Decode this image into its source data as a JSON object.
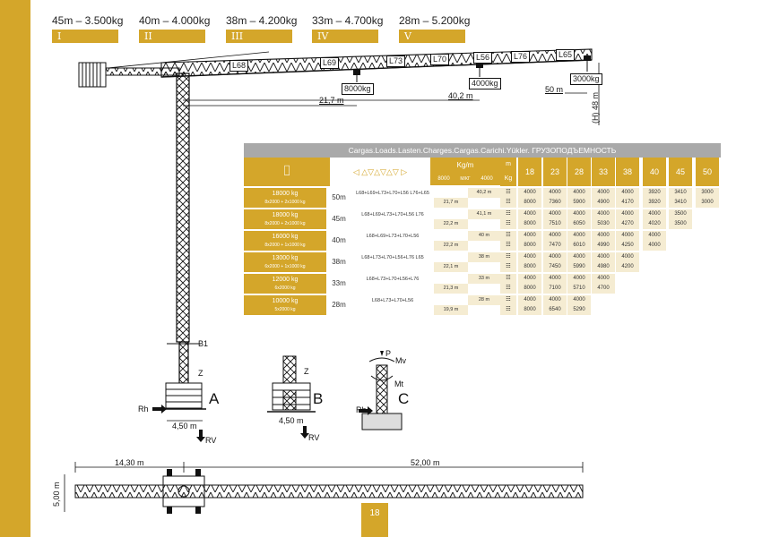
{
  "configurations": [
    {
      "text": "45m – 3.500kg",
      "roman": "I"
    },
    {
      "text": "40m – 4.000kg",
      "roman": "II"
    },
    {
      "text": "38m – 4.200kg",
      "roman": "III"
    },
    {
      "text": "33m – 4.700kg",
      "roman": "IV"
    },
    {
      "text": "28m – 5.200kg",
      "roman": "V"
    }
  ],
  "jib_sections": [
    "L68",
    "L69",
    "L73",
    "L70",
    "L56",
    "L76",
    "L65"
  ],
  "load_points": [
    {
      "load": "8000kg",
      "radius": "21,7 m"
    },
    {
      "load": "4000kg",
      "radius": "40,2 m"
    },
    {
      "load": "3000kg",
      "radius": "50 m"
    }
  ],
  "height_label": "(H) 48 m",
  "figures": {
    "a": {
      "letter": "A",
      "rh": "Rh",
      "rv": "RV",
      "base": "4,50 m",
      "b1": "B1",
      "z": "Z"
    },
    "b": {
      "letter": "B",
      "rv": "RV",
      "base": "4,50 m",
      "z": "Z"
    },
    "c": {
      "letter": "C",
      "rh": "Rh",
      "p": "P",
      "mv": "Mv",
      "mt": "Mt"
    }
  },
  "bottom_view": {
    "left_dim": "14,30 m",
    "right_dim": "52,00 m",
    "height_dim": "5,00 m"
  },
  "table": {
    "title": "Cargas.Loads.Lasten.Charges.Cargas.Carichi.Yükler. ГРУЗОПОДЪЕМНОСТЬ",
    "unit_header": "Kg/m",
    "unit_sub": "M/КГ",
    "val_8000": "8000",
    "val_4000": "4000",
    "m_label": "m",
    "kg_label": "Kg",
    "radii": [
      "18",
      "23",
      "28",
      "33",
      "38",
      "40",
      "45",
      "50"
    ],
    "rows": [
      {
        "ballast": "18000 kg",
        "ballast_detail": "8x2000 + 2x1000 kg",
        "reach": "50m",
        "sections": "L68+L69+L73+L70+L56 L76+L65",
        "r1": "40,2 m",
        "r2": "21,7 m",
        "a": [
          "4000",
          "4000",
          "4000",
          "4000",
          "4000",
          "3920",
          "3410",
          "3000"
        ],
        "b": [
          "8000",
          "7360",
          "5900",
          "4900",
          "4170",
          "3920",
          "3410",
          "3000"
        ]
      },
      {
        "ballast": "18000 kg",
        "ballast_detail": "8x2000 + 2x1000 kg",
        "reach": "45m",
        "sections": "L68+L69+L73+L70+L56 L76",
        "r1": "41,1 m",
        "r2": "22,2 m",
        "a": [
          "4000",
          "4000",
          "4000",
          "4000",
          "4000",
          "4000",
          "3500",
          ""
        ],
        "b": [
          "8000",
          "7510",
          "6050",
          "5030",
          "4270",
          "4020",
          "3500",
          ""
        ]
      },
      {
        "ballast": "16000 kg",
        "ballast_detail": "8x2000 + 1x1000 kg",
        "reach": "40m",
        "sections": "L68+L69+L73+L70+L56",
        "r1": "40 m",
        "r2": "22,2 m",
        "a": [
          "4000",
          "4000",
          "4000",
          "4000",
          "4000",
          "4000",
          "",
          ""
        ],
        "b": [
          "8000",
          "7470",
          "6010",
          "4990",
          "4250",
          "4000",
          "",
          ""
        ]
      },
      {
        "ballast": "13000 kg",
        "ballast_detail": "6x2000 + 1x1000 kg",
        "reach": "38m",
        "sections": "L68+L73+L70+L56+L76 L65",
        "r1": "38 m",
        "r2": "22,1 m",
        "a": [
          "4000",
          "4000",
          "4000",
          "4000",
          "4000",
          "",
          "",
          ""
        ],
        "b": [
          "8000",
          "7450",
          "5990",
          "4980",
          "4200",
          "",
          "",
          ""
        ]
      },
      {
        "ballast": "12000 kg",
        "ballast_detail": "6x2000 kg",
        "reach": "33m",
        "sections": "L68+L73+L70+L56+L76",
        "r1": "33 m",
        "r2": "21,3 m",
        "a": [
          "4000",
          "4000",
          "4000",
          "4000",
          "",
          "",
          "",
          ""
        ],
        "b": [
          "8000",
          "7100",
          "5710",
          "4700",
          "",
          "",
          "",
          ""
        ]
      },
      {
        "ballast": "10000 kg",
        "ballast_detail": "5x2000 kg",
        "reach": "28m",
        "sections": "L68+L73+L70+L56",
        "r1": "28 m",
        "r2": "19,9 m",
        "a": [
          "4000",
          "4000",
          "4000",
          "",
          "",
          "",
          "",
          ""
        ],
        "b": [
          "8000",
          "6540",
          "5290",
          "",
          "",
          "",
          "",
          ""
        ]
      }
    ]
  },
  "page_number": "18",
  "colors": {
    "gold": "#d4a62a",
    "header_gray": "#a9a9a9",
    "light": "#f5ecd2"
  }
}
